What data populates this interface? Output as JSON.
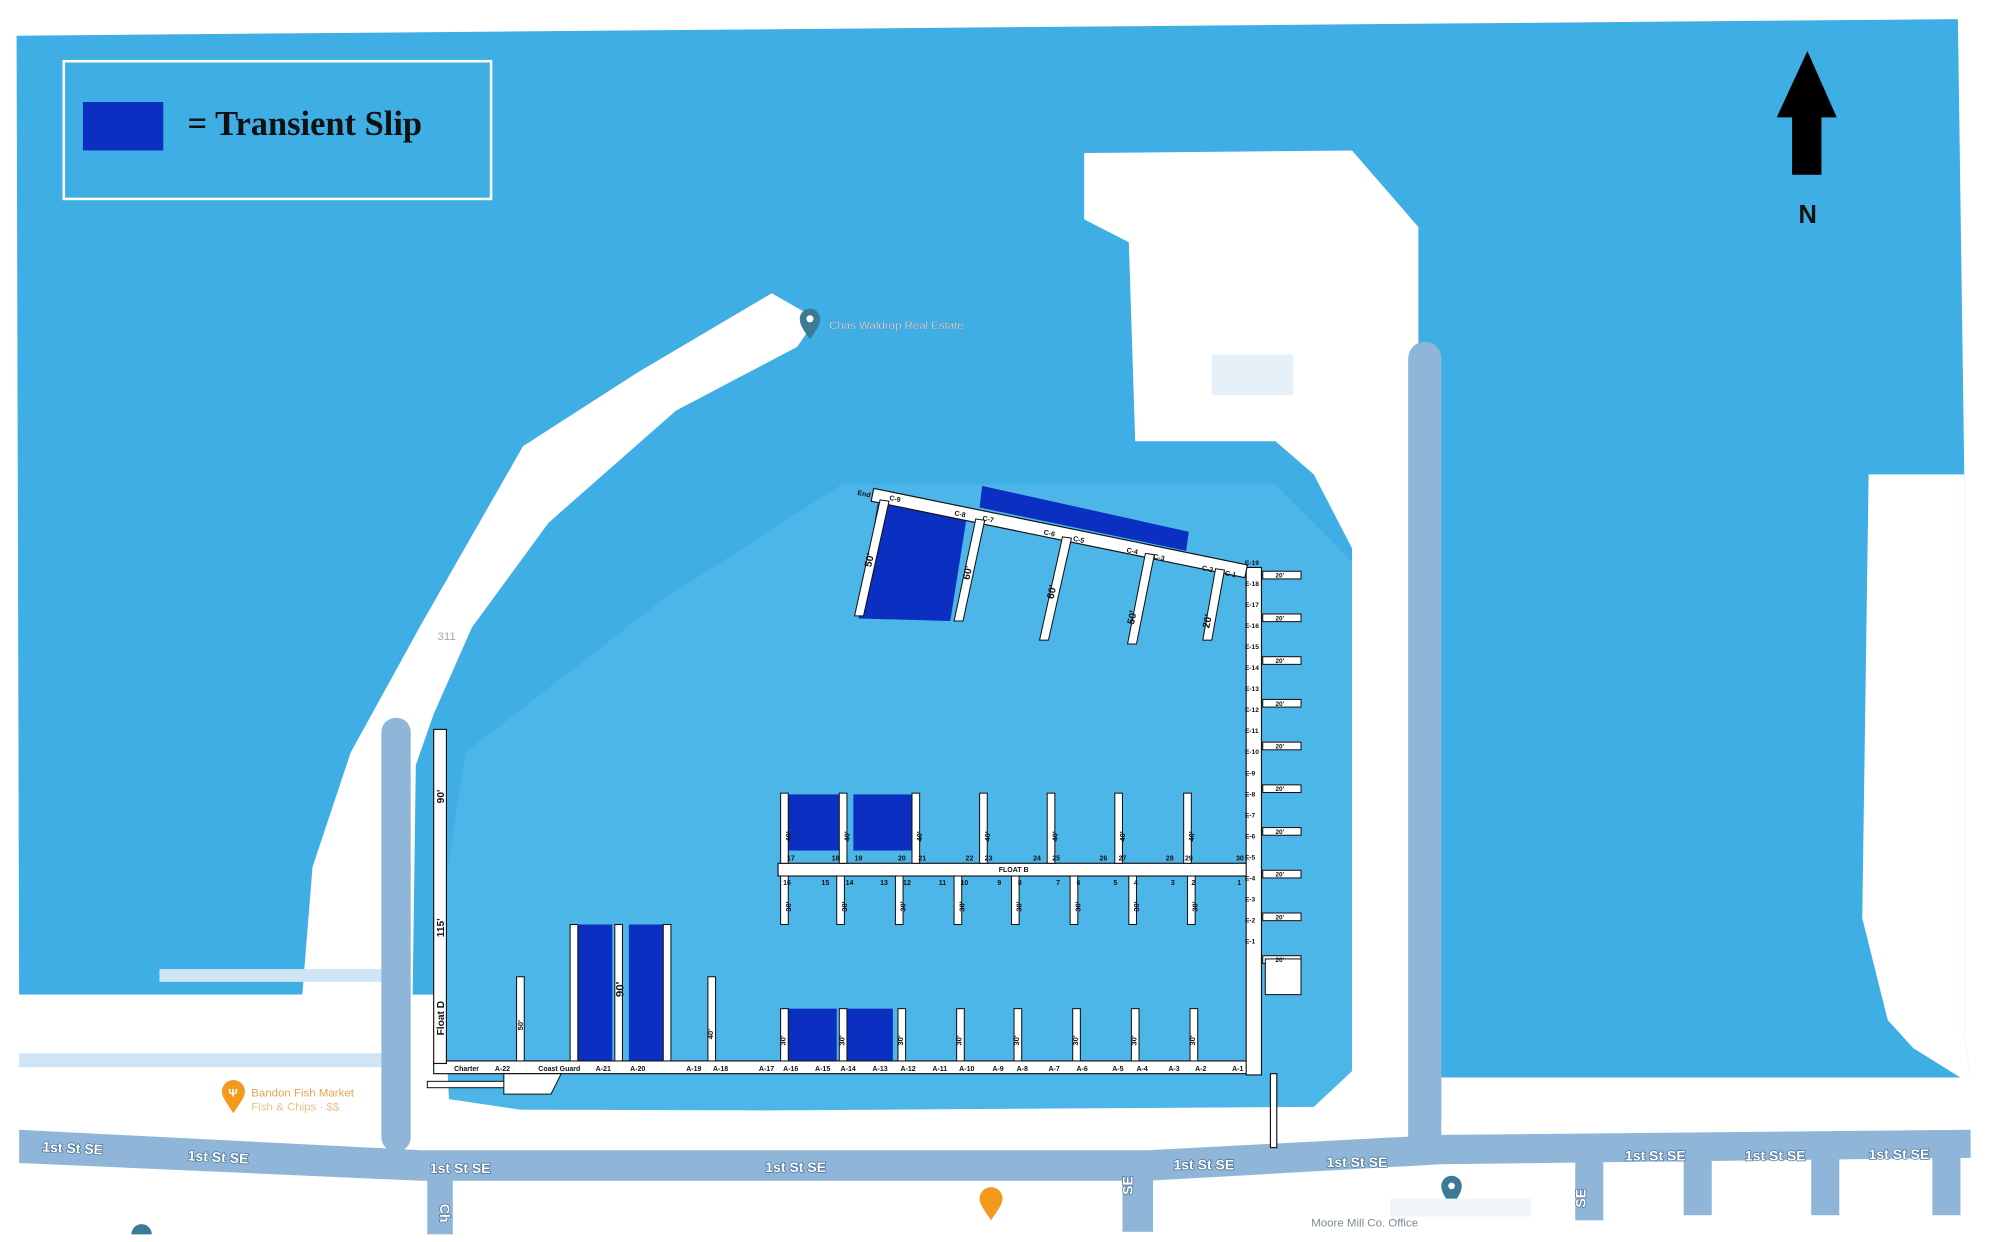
{
  "legend": {
    "swatch_color": "#0b2fc0",
    "label": "= Transient Slip"
  },
  "north_label": "N",
  "colors": {
    "water": "#3eaee5",
    "basin": "#4cb6e8",
    "road": "#8fb6d8",
    "land": "#ffffff",
    "transient": "#0b2fc0"
  },
  "poi": {
    "chas": "Chas Waldrop Real Estate",
    "bandon": "Bandon Fish Market",
    "bandon_sub": "Fish & Chips · $$",
    "moore": "Moore Mill Co. Office",
    "parcel": "311"
  },
  "streets": {
    "main": [
      "1st St SE",
      "1st St SE",
      "1st St SE",
      "1st St SE",
      "1st St SE",
      "1st St SE",
      "1st St SE",
      "1st St SE",
      "1st St SE"
    ],
    "side": [
      "Ch",
      "SE",
      "SE"
    ]
  },
  "float_b_label": "FLOAT B",
  "float_d_label": "Float D",
  "a_labels": [
    "Charter",
    "A-22",
    "Coast Guard",
    "A-21",
    "A-20",
    "A-19",
    "A-18",
    "A-17",
    "A-16",
    "A-15",
    "A-14",
    "A-13",
    "A-12",
    "A-11",
    "A-10",
    "A-9",
    "A-8",
    "A-7",
    "A-6",
    "A-5",
    "A-4",
    "A-3",
    "A-2",
    "A-1"
  ],
  "b_top_labels": [
    "17",
    "18",
    "19",
    "20",
    "21",
    "22",
    "23",
    "24",
    "25",
    "26",
    "27",
    "28",
    "29",
    "30"
  ],
  "b_bottom_labels": [
    "16",
    "15",
    "14",
    "13",
    "12",
    "11",
    "10",
    "9",
    "8",
    "7",
    "6",
    "5",
    "4",
    "3",
    "2",
    "1"
  ],
  "c_labels": [
    "End",
    "C-9",
    "C-8",
    "C-7",
    "C-6",
    "C-5",
    "C-4",
    "C-3",
    "C-2",
    "C-1"
  ],
  "e_labels": [
    "E-19",
    "E-18",
    "E-17",
    "E-16",
    "E-15",
    "E-14",
    "E-13",
    "E-12",
    "E-11",
    "E-10",
    "E-9",
    "E-8",
    "E-7",
    "E-6",
    "E-5",
    "E-4",
    "E-3",
    "E-2",
    "E-1"
  ],
  "e_finger_lengths": [
    "20'",
    "20'",
    "20'",
    "20'",
    "20'",
    "20'",
    "20'",
    "20'",
    "20'",
    "20'"
  ],
  "c_finger_lengths": [
    "50'",
    "60'",
    "60'",
    "50'",
    "20'"
  ],
  "d_lengths": [
    "90'",
    "115'"
  ],
  "a_finger_lengths": [
    "50'",
    "90'",
    "40'",
    "30'",
    "30'",
    "30'",
    "30'",
    "30'",
    "30'",
    "30'",
    "30'"
  ],
  "b_top_lengths": [
    "40'",
    "40'",
    "40'",
    "40'",
    "40'",
    "40'",
    "40'"
  ],
  "b_bottom_lengths": [
    "30'",
    "30'",
    "30'",
    "30'",
    "30'",
    "30'",
    "30'",
    "30'"
  ]
}
